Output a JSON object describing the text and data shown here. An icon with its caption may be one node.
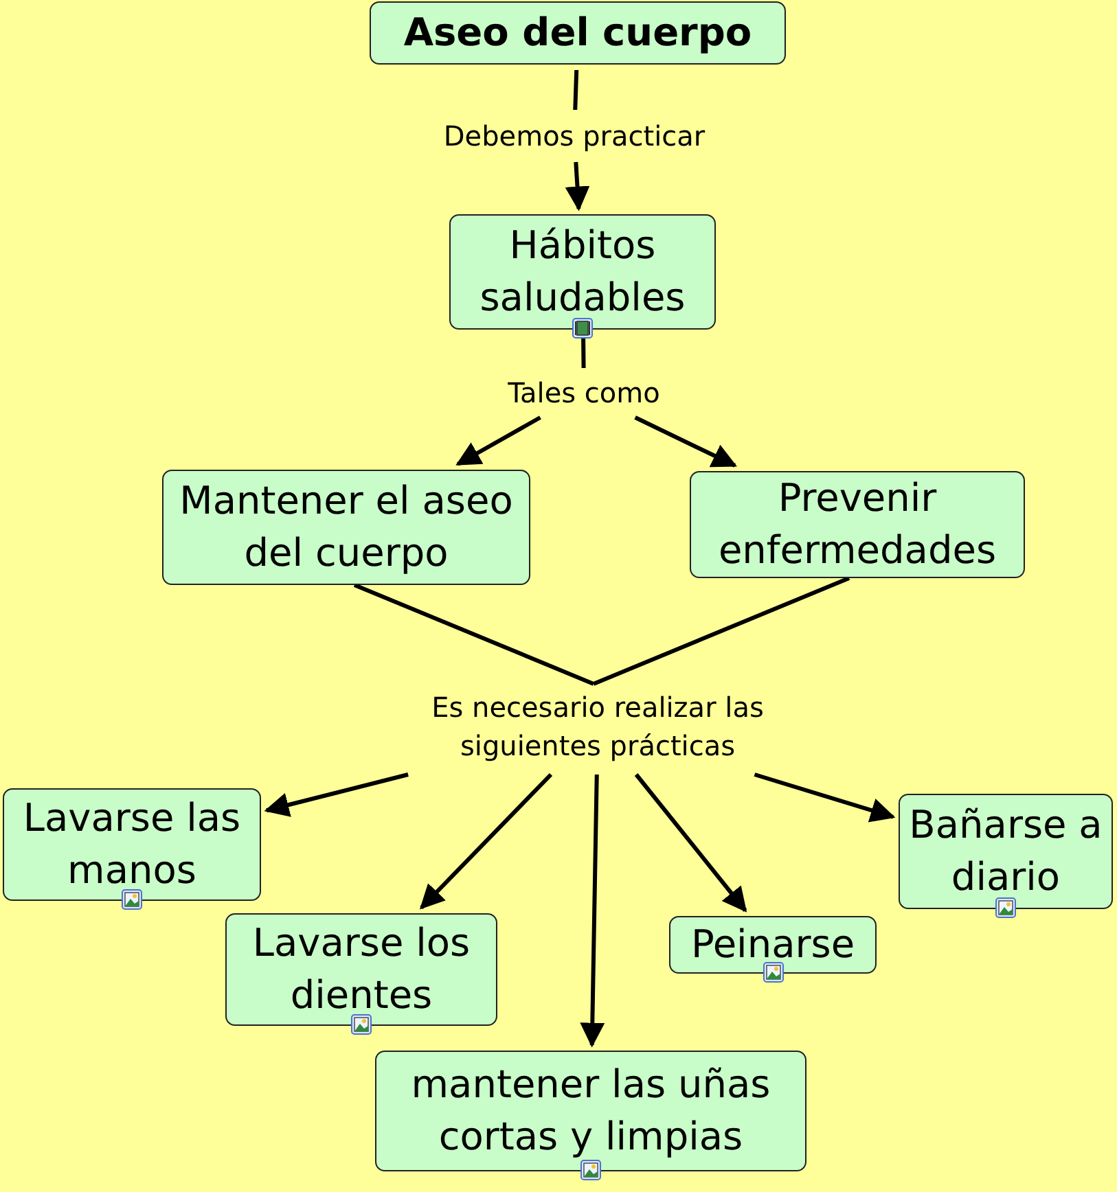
{
  "diagram": {
    "nodes": [
      {
        "text": [
          "Aseo del cuerpo"
        ]
      },
      {
        "text": [
          "Debemos practicar"
        ]
      },
      {
        "text": [
          "Hábitos saludables"
        ]
      },
      {
        "text": [
          "Tales como"
        ]
      },
      {
        "text": [
          "Mantener el aseo del cuerpo"
        ]
      },
      {
        "text": [
          "Prevenir enfermedades"
        ]
      },
      {
        "text": [
          "Es necesario realizar las siguientes prácticas"
        ]
      },
      {
        "text": [
          "Lavarse las manos"
        ]
      },
      {
        "text": [
          "Bañarse a diario"
        ]
      },
      {
        "text": [
          "Lavarse los dientes"
        ]
      },
      {
        "text": [
          "Peinarse"
        ]
      },
      {
        "text": [
          "mantener las uñas cortas y limpias"
        ]
      }
    ],
    "edges": [
      {
        "from": 0,
        "to": 1,
        "arrow": "none"
      },
      {
        "from": 1,
        "to": 2,
        "arrow": "to"
      },
      {
        "from": 2,
        "to": 3,
        "arrow": "none"
      },
      {
        "from": 3,
        "to": 4,
        "arrow": "to"
      },
      {
        "from": 3,
        "to": 5,
        "arrow": "to"
      },
      {
        "from": 4,
        "to": 6,
        "arrow": "none"
      },
      {
        "from": 5,
        "to": 6,
        "arrow": "none"
      },
      {
        "from": 6,
        "to": 7,
        "arrow": "to"
      },
      {
        "from": 6,
        "to": 8,
        "arrow": "to"
      },
      {
        "from": 6,
        "to": 9,
        "arrow": "to"
      },
      {
        "from": 6,
        "to": 10,
        "arrow": "to"
      },
      {
        "from": 6,
        "to": 11,
        "arrow": "to"
      }
    ]
  }
}
